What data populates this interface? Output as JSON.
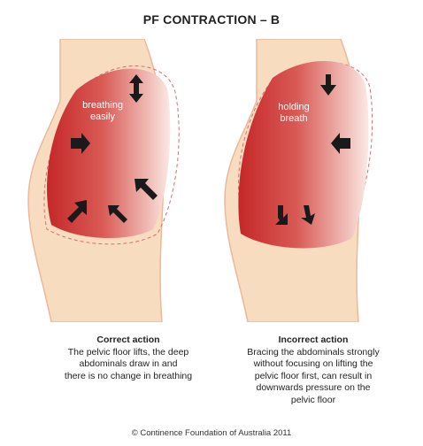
{
  "title": "PF CONTRACTION – B",
  "panels": [
    {
      "label_line1": "breathing",
      "label_line2": "easily",
      "caption_title": "Correct action",
      "caption_body": "The pelvic floor lifts, the deep\nabdominals draw in and\nthere is no change in breathing"
    },
    {
      "label_line1": "holding",
      "label_line2": "breath",
      "caption_title": "Incorrect action",
      "caption_body": "Bracing the abdominals strongly\nwithout focusing on lifting the\npelvic floor first, can result in\ndownwards pressure on the\npelvic floor"
    }
  ],
  "footer": "© Continence Foundation of Australia 2011",
  "colors": {
    "skin": "#f8dcc0",
    "skin_outline": "#e9b896",
    "abdomen_dark": "#c82a2a",
    "abdomen_light": "#fbe6e0",
    "arrow": "#1a1a1a",
    "dashed_outline": "#d07070"
  }
}
